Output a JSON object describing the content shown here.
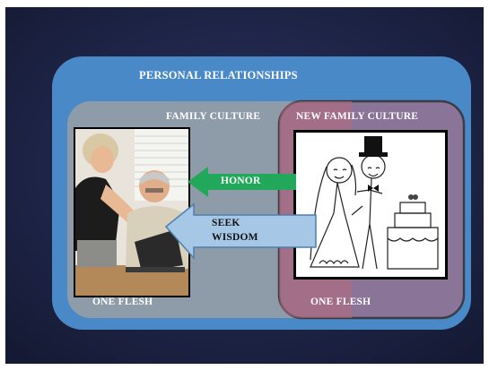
{
  "diagram": {
    "outer_title": "PERSONAL RELATIONSHIPS",
    "family_culture": "FAMILY CULTURE",
    "new_family_culture": "NEW FAMILY CULTURE",
    "one_flesh_left": "ONE FLESH",
    "one_flesh_right": "ONE FLESH",
    "honor": "HONOR",
    "seek_line1": "SEEK",
    "seek_line2": "WISDOM"
  },
  "colors": {
    "background": "#1f2345",
    "personal_relationships": "#4a89c8",
    "family_culture": "#8e9ba8",
    "new_family_culture": "#8a7497",
    "honor_arrow": "#22a85a",
    "wisdom_arrow": "#a6c8e6"
  }
}
